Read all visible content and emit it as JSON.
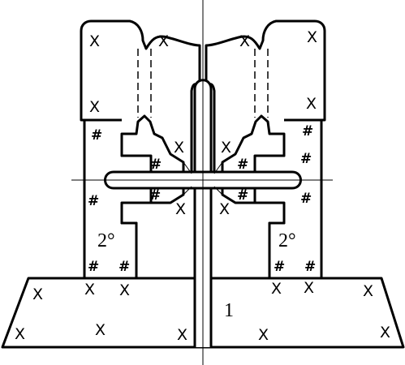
{
  "labels": {
    "part_main": "1",
    "angle_left": "2°",
    "angle_right": "2°"
  },
  "hatch_marks": {
    "cross_symbol": "X",
    "grid_symbol": "#"
  }
}
